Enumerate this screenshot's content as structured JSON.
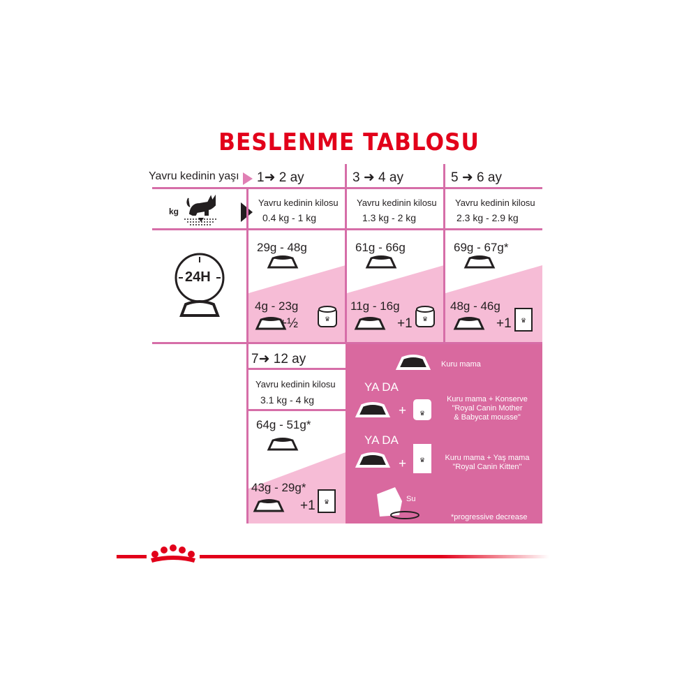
{
  "title": "BESLENME TABLOSU",
  "age_label": "Yavru kedinin yaşı",
  "weight_label": "Yavru kedinin kilosu",
  "kg_icon_label": "kg",
  "clock_label": "24H",
  "columns": [
    {
      "age": "1➜ 2 ay",
      "weight": "0.4 kg - 1 kg",
      "dry": "29g - 48g",
      "mixed_dry": "4g - 23g",
      "wet_qty": "+½",
      "wet_type": "can"
    },
    {
      "age": "3 ➜ 4 ay",
      "weight": "1.3 kg - 2 kg",
      "dry": "61g - 66g",
      "mixed_dry": "11g - 16g",
      "wet_qty": "+1",
      "wet_type": "can"
    },
    {
      "age": "5 ➜ 6 ay",
      "weight": "2.3 kg - 2.9 kg",
      "dry": "69g - 67g*",
      "mixed_dry": "48g - 46g",
      "wet_qty": "+1",
      "wet_type": "pouch"
    },
    {
      "age": "7➜ 12 ay",
      "weight": "3.1 kg - 4 kg",
      "dry": "64g - 51g*",
      "mixed_dry": "43g - 29g*",
      "wet_qty": "+1",
      "wet_type": "pouch"
    }
  ],
  "legend": {
    "dry": "Kuru mama",
    "or": "YA DA",
    "plus": "+",
    "dry_can": "Kuru mama + Konserve",
    "dry_can_product": "\"Royal Canin Mother",
    "dry_can_product2": "& Babycat mousse\"",
    "dry_wet": "Kuru mama + Yaş mama",
    "dry_wet_product": "\"Royal Canin Kitten\"",
    "water": "Su",
    "footnote": "*progressive decrease"
  },
  "colors": {
    "brand_red": "#e2001a",
    "pink": "#d66ea8",
    "light_pink": "#f6bcd6"
  }
}
